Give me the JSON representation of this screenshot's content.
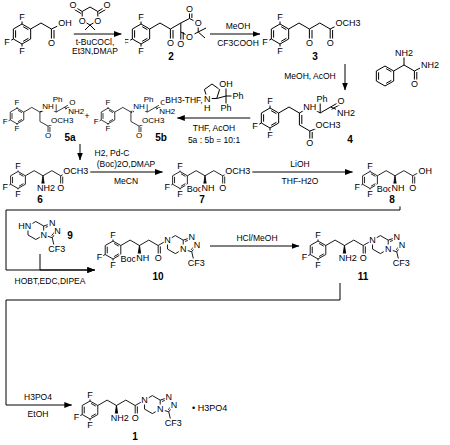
{
  "diagram": {
    "nodes": [
      {
        "text": [
          "F",
          "F",
          "F",
          "OH",
          "O"
        ]
      },
      {
        "text": [
          "O",
          "O",
          "O",
          "O"
        ]
      },
      {
        "text": [
          "F",
          "F",
          "F",
          "O",
          "O",
          "O",
          "O",
          "O",
          "2"
        ]
      },
      {
        "text": [
          "F",
          "F",
          "F",
          "O",
          "O",
          "OCH3",
          "3"
        ]
      },
      {
        "text": [
          "NH2",
          "O",
          "NH2"
        ]
      },
      {
        "text": [
          "F",
          "F",
          "F",
          "NH",
          "Ph",
          "O",
          "NH2",
          "O",
          "OCH3",
          "4"
        ]
      },
      {
        "text": [
          "N",
          "H",
          "Ph",
          "Ph",
          "OH"
        ]
      },
      {
        "text": [
          "F",
          "F",
          "F",
          "NH",
          "Ph",
          "O",
          "NH2",
          "O",
          "OCH3",
          "5a"
        ]
      },
      {
        "text": [
          "F",
          "F",
          "F",
          "NH",
          "Ph",
          "O",
          "NH2",
          "O",
          "OCH3",
          "5b"
        ]
      },
      {
        "text": [
          "F",
          "F",
          "F",
          "NH2",
          "O",
          "OCH3",
          "6"
        ]
      },
      {
        "text": [
          "F",
          "F",
          "F",
          "Boc",
          "NH",
          "O",
          "OCH3",
          "7"
        ]
      },
      {
        "text": [
          "F",
          "F",
          "F",
          "Boc",
          "NH",
          "O",
          "OH",
          "8"
        ]
      },
      {
        "text": [
          "HN",
          "N",
          "N",
          "N",
          "CF3",
          "9"
        ]
      },
      {
        "text": [
          "F",
          "F",
          "F",
          "Boc",
          "NH",
          "O",
          "N",
          "N",
          "N",
          "N",
          "CF3",
          "10"
        ]
      },
      {
        "text": [
          "F",
          "F",
          "F",
          "NH2",
          "O",
          "N",
          "N",
          "N",
          "N",
          "CF3",
          "11"
        ]
      },
      {
        "text": [
          "F",
          "F",
          "F",
          "NH2",
          "O",
          "N",
          "N",
          "N",
          "N",
          "CF3",
          "• H3PO4",
          "1"
        ]
      }
    ],
    "edges": [
      {
        "from": 0,
        "to": 2,
        "arrow": "to",
        "label": "t-BuCOCl, Et3N,DMAP"
      },
      {
        "from": 2,
        "to": 3,
        "arrow": "to",
        "label": "MeOH"
      },
      {
        "from": 3,
        "to": 5,
        "arrow": "to",
        "label": "MeOH, AcOH"
      },
      {
        "from": 5,
        "to": 8,
        "arrow": "to",
        "label": "THF, AcOH"
      },
      {
        "from": 7,
        "to": 9,
        "arrow": "to",
        "label": "H2, Pd-C"
      },
      {
        "from": 9,
        "to": 10,
        "arrow": "to",
        "label": "(Boc)2O,DMAP"
      },
      {
        "from": 10,
        "to": 11,
        "arrow": "to",
        "label": "LiOH"
      },
      {
        "from": 11,
        "to": 13,
        "arrow": "to",
        "label": "HOBT,EDC,DIPEA"
      },
      {
        "from": 12,
        "to": 13,
        "arrow": "to"
      },
      {
        "from": 13,
        "to": 14,
        "arrow": "to",
        "label": "HCl/MeOH"
      },
      {
        "from": 14,
        "to": 15,
        "arrow": "to",
        "label": "H3PO4"
      }
    ],
    "labels": [
      "CF3COOH",
      "BH3-THF,",
      "+",
      "5a : 5b = 10:1",
      "MeCN",
      "THF-H2O",
      "EtOH"
    ]
  }
}
